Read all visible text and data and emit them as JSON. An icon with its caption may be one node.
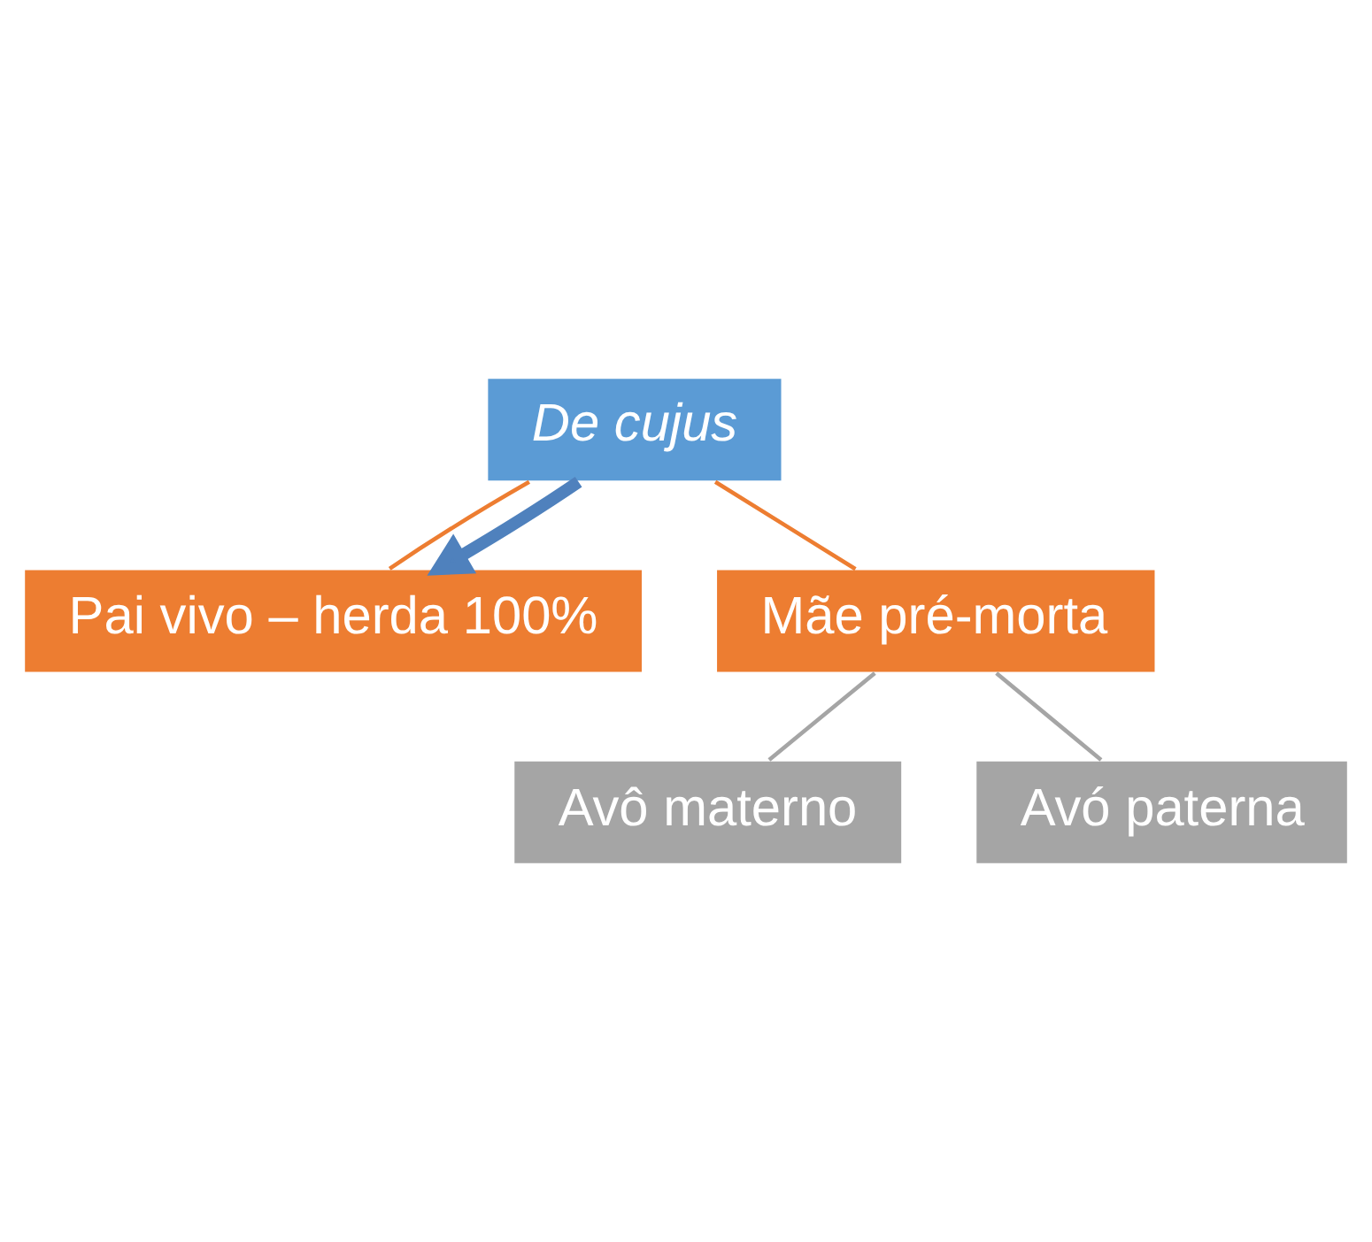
{
  "diagram": {
    "nodes": [
      {
        "text": [
          "De cujus"
        ]
      },
      {
        "text": [
          "Pai vivo – herda 100%"
        ]
      },
      {
        "text": [
          "Mãe pré-morta"
        ]
      },
      {
        "text": [
          "Avô materno"
        ]
      },
      {
        "text": [
          "Avó paterna"
        ]
      }
    ],
    "edges": [
      {
        "from": 0,
        "to": 1,
        "arrow": "none",
        "color": "#ed7d31"
      },
      {
        "from": 0,
        "to": 2,
        "arrow": "none",
        "color": "#ed7d31"
      },
      {
        "from": 2,
        "to": 3,
        "arrow": "none",
        "color": "#a5a5a5"
      },
      {
        "from": 2,
        "to": 4,
        "arrow": "none",
        "color": "#a5a5a5"
      },
      {
        "from": 0,
        "to": 1,
        "arrow": "to",
        "style": "thick",
        "color": "#4f81bd"
      }
    ]
  }
}
